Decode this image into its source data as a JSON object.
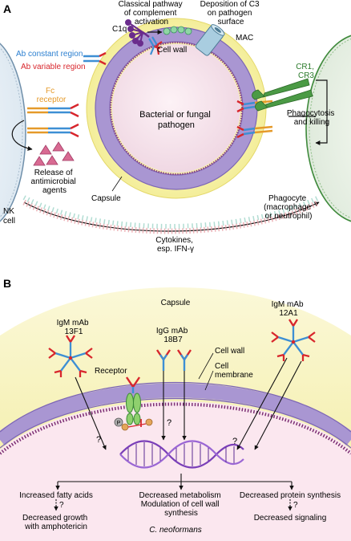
{
  "panel_a": {
    "letter": "A",
    "classical_pathway": [
      "Classical pathway",
      "of complement",
      "activation"
    ],
    "deposition_c3": [
      "Deposition of C3",
      "on pathogen",
      "surface"
    ],
    "c1q": "C1q",
    "mac": "MAC",
    "cell_wall": "Cell wall",
    "ab_constant": "Ab constant region",
    "ab_variable": "Ab variable region",
    "fc_receptor": [
      "Fc",
      "receptor"
    ],
    "cr": [
      "CR1,",
      "CR3"
    ],
    "pathogen": [
      "Bacterial or fungal",
      "pathogen"
    ],
    "phagocytosis": [
      "Phagocytosis",
      "and killing"
    ],
    "antimicrobial": [
      "Release of",
      "antimicrobial",
      "agents"
    ],
    "capsule": "Capsule",
    "nk_cell": [
      "NK",
      "cell"
    ],
    "phagocyte": [
      "Phagocyte",
      "(macrophage",
      "or neutrophil)"
    ],
    "cytokines": [
      "Cytokines,",
      "esp. IFN-γ"
    ]
  },
  "panel_b": {
    "letter": "B",
    "capsule": "Capsule",
    "igm_13f1": [
      "IgM mAb",
      "13F1"
    ],
    "igg_18b7": [
      "IgG mAb",
      "18B7"
    ],
    "igm_12a1": [
      "IgM mAb",
      "12A1"
    ],
    "receptor": "Receptor",
    "cell_wall": "Cell wall",
    "cell_membrane": [
      "Cell",
      "membrane"
    ],
    "phospho": "P",
    "question": "?",
    "fatty_acids": "Increased fatty acids",
    "decreased_growth": [
      "Decreased growth",
      "with amphotericin"
    ],
    "decreased_metabolism": [
      "Decreased metabolism",
      "Modulation of cell wall",
      "synthesis"
    ],
    "decreased_protein": "Decreased protein synthesis",
    "decreased_signaling": "Decreased signaling",
    "organism": "C. neoformans"
  },
  "colors": {
    "capsule": "#f6f2a8",
    "cell_wall_purple": "#a78fd0",
    "antibody_blue": "#3d8fd4",
    "antibody_red": "#d8262c",
    "fc_orange": "#e59a2a",
    "receptor_green": "#3a8a36",
    "complement_purple": "#6a2c8c",
    "mac_blue": "#9fc3d8",
    "bacteria_pink": "#f7e1ea"
  }
}
